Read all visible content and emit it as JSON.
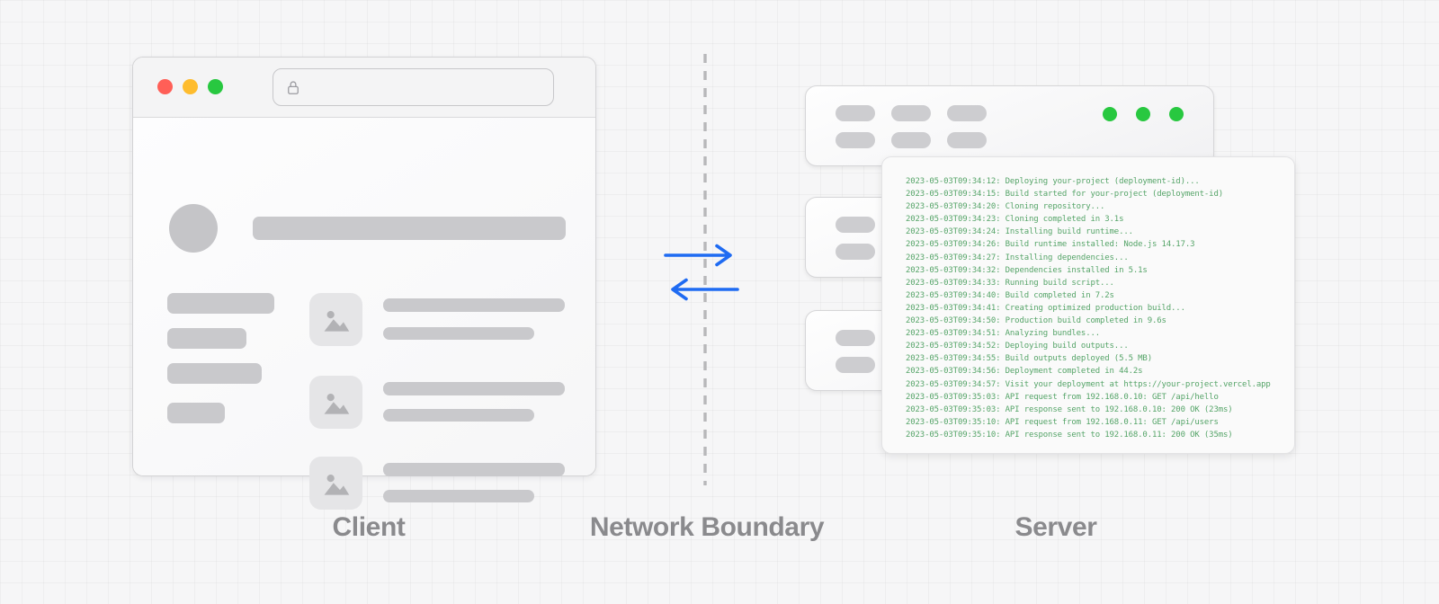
{
  "canvas": {
    "background_color": "#f6f6f7",
    "grid_line_color": "#ececee"
  },
  "labels": {
    "client": "Client",
    "network_boundary": "Network Boundary",
    "server": "Server",
    "text_color": "#8a8a8d"
  },
  "client_browser": {
    "traffic_light_colors": {
      "close": "#ff5f57",
      "minimize": "#febc2e",
      "zoom": "#28c840"
    },
    "address_bar": {
      "icon": "lock-icon",
      "value": ""
    },
    "skeleton": {
      "left_text_bars": 4,
      "content_cards": 3
    }
  },
  "network_boundary": {
    "line_color": "#b7b7b9",
    "arrow_color": "#1f6bf2"
  },
  "server": {
    "rack_units": 3,
    "status_dot_color": "#28c840",
    "terminal": {
      "text_color": "#55a468",
      "log_lines": [
        "2023-05-03T09:34:12: Deploying your-project (deployment-id)...",
        "2023-05-03T09:34:15: Build started for your-project (deployment-id)",
        "2023-05-03T09:34:20: Cloning repository...",
        "2023-05-03T09:34:23: Cloning completed in 3.1s",
        "2023-05-03T09:34:24: Installing build runtime...",
        "2023-05-03T09:34:26: Build runtime installed: Node.js 14.17.3",
        "2023-05-03T09:34:27: Installing dependencies...",
        "2023-05-03T09:34:32: Dependencies installed in 5.1s",
        "2023-05-03T09:34:33: Running build script...",
        "2023-05-03T09:34:40: Build completed in 7.2s",
        "2023-05-03T09:34:41: Creating optimized production build...",
        "2023-05-03T09:34:50: Production build completed in 9.6s",
        "2023-05-03T09:34:51: Analyzing bundles...",
        "2023-05-03T09:34:52: Deploying build outputs...",
        "2023-05-03T09:34:55: Build outputs deployed (5.5 MB)",
        "2023-05-03T09:34:56: Deployment completed in 44.2s",
        "2023-05-03T09:34:57: Visit your deployment at https://your-project.vercel.app",
        "2023-05-03T09:35:03: API request from 192.168.0.10: GET /api/hello",
        "2023-05-03T09:35:03: API response sent to 192.168.0.10: 200 OK (23ms)",
        "2023-05-03T09:35:10: API request from 192.168.0.11: GET /api/users",
        "2023-05-03T09:35:10: API response sent to 192.168.0.11: 200 OK (35ms)"
      ]
    }
  }
}
